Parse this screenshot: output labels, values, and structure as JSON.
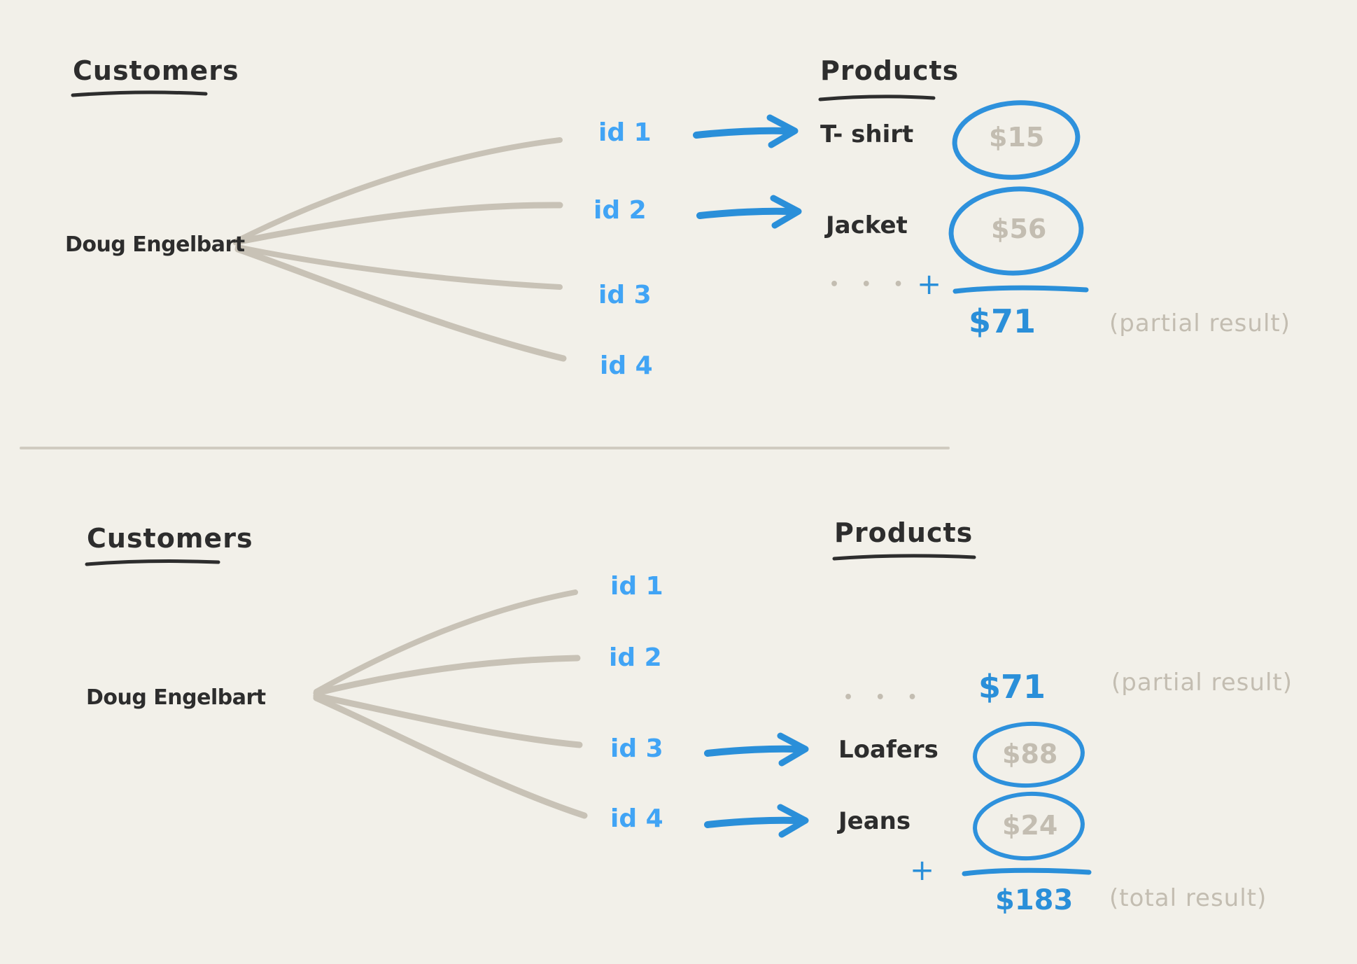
{
  "colors": {
    "background": "#f2f0e9",
    "ink": "#2d2d2d",
    "muted_gray": "#c3bdb1",
    "id_blue": "#41a4f5",
    "accent_blue": "#2a8fd9"
  },
  "top": {
    "customers_heading": "Customers",
    "products_heading": "Products",
    "customer_name": "Doug Engelbart",
    "ids": [
      "id 1",
      "id 2",
      "id 3",
      "id 4"
    ],
    "products": [
      {
        "name": "T- shirt",
        "price": "$15"
      },
      {
        "name": "Jacket",
        "price": "$56"
      }
    ],
    "ellipsis": "• • •",
    "plus": "+",
    "sum": "$71",
    "annotation": "(partial result)"
  },
  "bottom": {
    "customers_heading": "Customers",
    "products_heading": "Products",
    "customer_name": "Doug Engelbart",
    "ids": [
      "id 1",
      "id 2",
      "id 3",
      "id 4"
    ],
    "carryover": {
      "ellipsis": "• • •",
      "value": "$71",
      "annotation": "(partial result)"
    },
    "products": [
      {
        "name": "Loafers",
        "price": "$88"
      },
      {
        "name": "Jeans",
        "price": "$24"
      }
    ],
    "plus": "+",
    "sum": "$183",
    "annotation": "(total result)"
  }
}
